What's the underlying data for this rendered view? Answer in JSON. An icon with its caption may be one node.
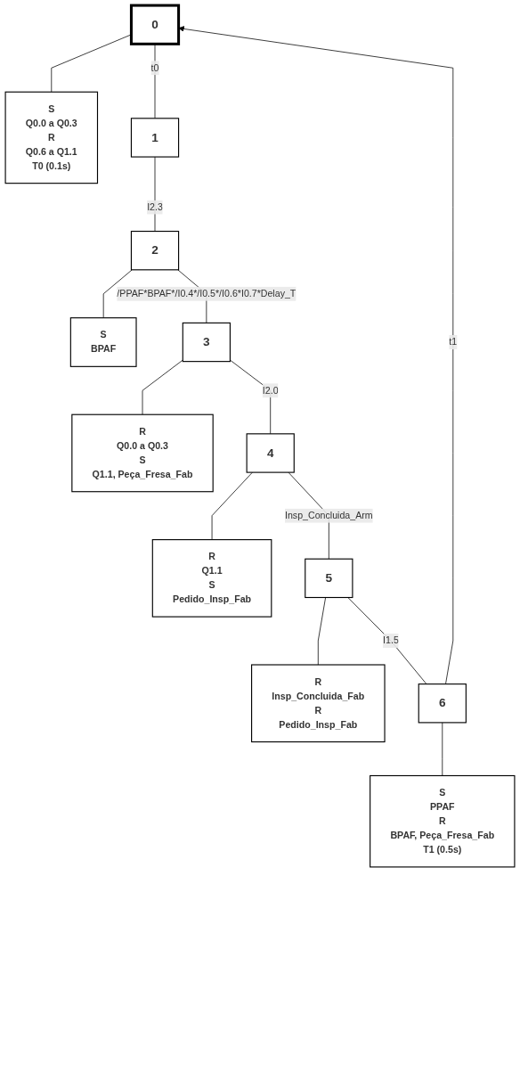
{
  "diagram": {
    "nodes": [
      {
        "text": [
          "0"
        ]
      },
      {
        "text": [
          "S",
          "Q0.0 a Q0.3",
          "R",
          "Q0.6 a Q1.1",
          "T0 (0.1s)"
        ]
      },
      {
        "text": [
          "1"
        ]
      },
      {
        "text": [
          "2"
        ]
      },
      {
        "text": [
          "S",
          "BPAF"
        ]
      },
      {
        "text": [
          "3"
        ]
      },
      {
        "text": [
          "R",
          "Q0.0 a Q0.3",
          "S",
          "Q1.1, Peça_Fresa_Fab"
        ]
      },
      {
        "text": [
          "4"
        ]
      },
      {
        "text": [
          "R",
          "Q1.1",
          "S",
          "Pedido_Insp_Fab"
        ]
      },
      {
        "text": [
          "5"
        ]
      },
      {
        "text": [
          "R",
          "Insp_Concluida_Fab",
          "R",
          "Pedido_Insp_Fab"
        ]
      },
      {
        "text": [
          "6"
        ]
      },
      {
        "text": [
          "S",
          "PPAF",
          "R",
          "BPAF, Peça_Fresa_Fab",
          "T1 (0.5s)"
        ]
      }
    ],
    "edges": [
      {
        "from": 0,
        "to": 1,
        "arrow": "none"
      },
      {
        "from": 0,
        "to": 2,
        "label": "t0",
        "arrow": "none"
      },
      {
        "from": 2,
        "to": 3,
        "label": "I2.3",
        "arrow": "none"
      },
      {
        "from": 3,
        "to": 4,
        "arrow": "none"
      },
      {
        "from": 3,
        "to": 5,
        "label": "/PPAF*BPAF*/I0.4*/I0.5*/I0.6*I0.7*Delay_T",
        "arrow": "none"
      },
      {
        "from": 5,
        "to": 6,
        "arrow": "none"
      },
      {
        "from": 5,
        "to": 7,
        "label": "I2.0",
        "arrow": "none"
      },
      {
        "from": 7,
        "to": 8,
        "arrow": "none"
      },
      {
        "from": 7,
        "to": 9,
        "label": "Insp_Concluida_Arm",
        "arrow": "none"
      },
      {
        "from": 9,
        "to": 10,
        "arrow": "none"
      },
      {
        "from": 9,
        "to": 11,
        "label": "I1.5",
        "arrow": "none"
      },
      {
        "from": 11,
        "to": 12,
        "arrow": "none"
      },
      {
        "from": 11,
        "to": 0,
        "label": "t1",
        "arrow": "to"
      }
    ]
  }
}
